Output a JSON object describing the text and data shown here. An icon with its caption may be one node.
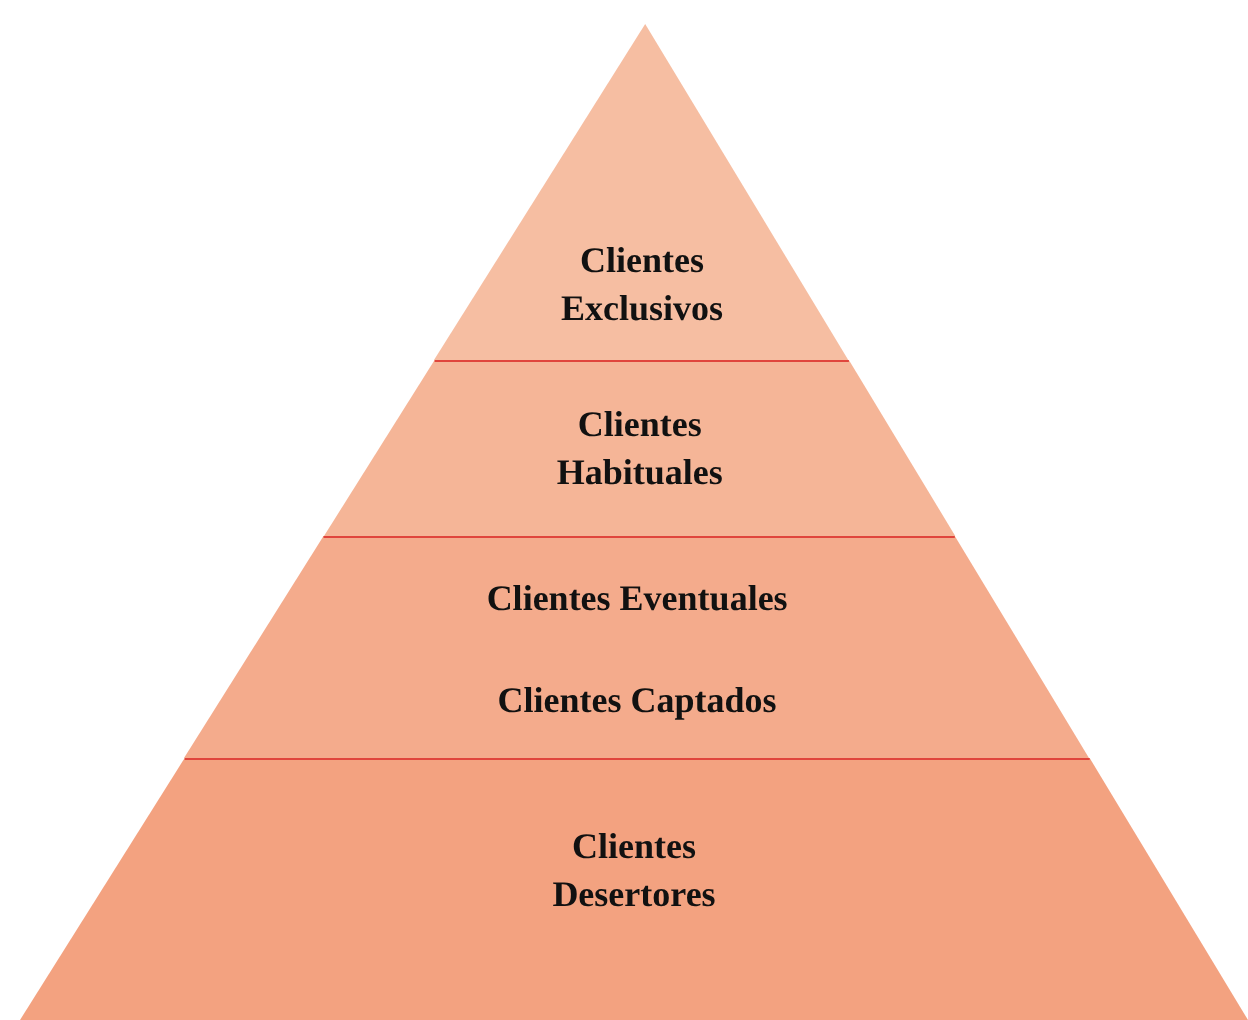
{
  "diagram": {
    "nodes": [
      {
        "text": [
          "Clientes Exclusivos"
        ]
      },
      {
        "text": [
          "Clientes Habituales"
        ]
      },
      {
        "text": [
          "Clientes Eventuales",
          "Clientes Captados"
        ]
      },
      {
        "text": [
          "Clientes Desertores"
        ]
      }
    ]
  }
}
